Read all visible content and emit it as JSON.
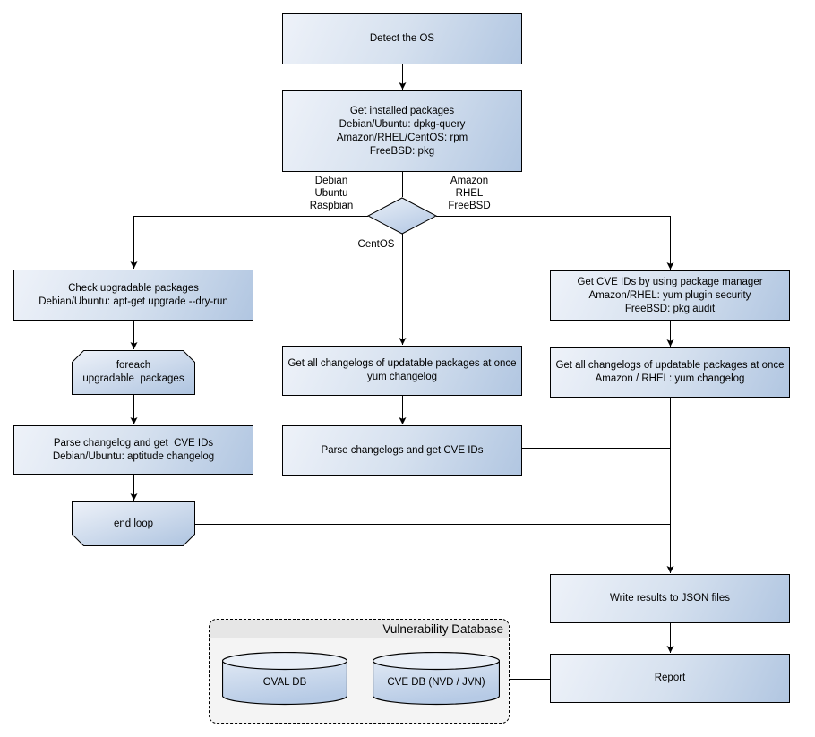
{
  "nodes": {
    "detect_os": {
      "lines": [
        "Detect the OS"
      ]
    },
    "get_installed_packages": {
      "lines": [
        "Get installed packages",
        "Debian/Ubuntu: dpkg-query",
        "Amazon/RHEL/CentOS: rpm",
        "FreeBSD: pkg"
      ]
    },
    "check_upgradable": {
      "lines": [
        "Check upgradable packages",
        "Debian/Ubuntu: apt-get upgrade --dry-run"
      ]
    },
    "foreach_loop": {
      "lines": [
        "foreach",
        "upgradable  packages"
      ]
    },
    "parse_changelog_left": {
      "lines": [
        "Parse changelog and get  CVE IDs",
        "Debian/Ubuntu: aptitude changelog"
      ]
    },
    "end_loop": {
      "lines": [
        "end loop"
      ]
    },
    "get_changelogs_centos": {
      "lines": [
        "Get all changelogs of updatable packages at once",
        "yum changelog"
      ]
    },
    "parse_changelogs_centos": {
      "lines": [
        "Parse changelogs and get CVE IDs"
      ]
    },
    "get_cve_ids_pkg_mgr": {
      "lines": [
        "Get CVE IDs by using package manager",
        "Amazon/RHEL: yum plugin security",
        "FreeBSD: pkg audit"
      ]
    },
    "get_changelogs_amazon": {
      "lines": [
        "Get all changelogs of updatable packages at once",
        "Amazon / RHEL: yum changelog"
      ]
    },
    "write_results": {
      "lines": [
        "Write results to JSON files"
      ]
    },
    "report": {
      "lines": [
        "Report"
      ]
    }
  },
  "branch_labels": {
    "left": [
      "Debian",
      "Ubuntu",
      "Raspbian"
    ],
    "right": [
      "Amazon",
      "RHEL",
      "FreeBSD"
    ],
    "bottom": [
      "CentOS"
    ]
  },
  "database": {
    "title": "Vulnerability Database",
    "oval_db": "OVAL DB",
    "cve_db": "CVE DB (NVD / JVN)"
  },
  "colors": {
    "node_fill_light": "#eef2f9",
    "node_fill_dark": "#b1c6e1",
    "node_border": "#000000",
    "panel_bg": "#f4f4f4",
    "panel_header_bg": "#e6e6e6"
  }
}
